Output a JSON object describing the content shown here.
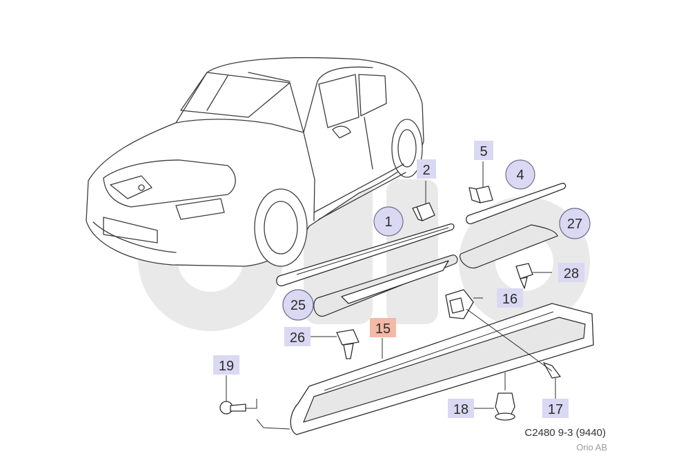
{
  "callouts": {
    "c1": "1",
    "c2": "2",
    "c4": "4",
    "c5": "5",
    "c15": "15",
    "c16": "16",
    "c17": "17",
    "c18": "18",
    "c19": "19",
    "c25": "25",
    "c26": "26",
    "c27": "27",
    "c28": "28"
  },
  "footer": {
    "reference": "C2480 9-3 (9440)",
    "brand": "Orio AB"
  },
  "colors": {
    "callout_fill": "#d9d9f3",
    "callout_highlight": "#f4b8a6",
    "watermark": "#e9e9e9"
  }
}
